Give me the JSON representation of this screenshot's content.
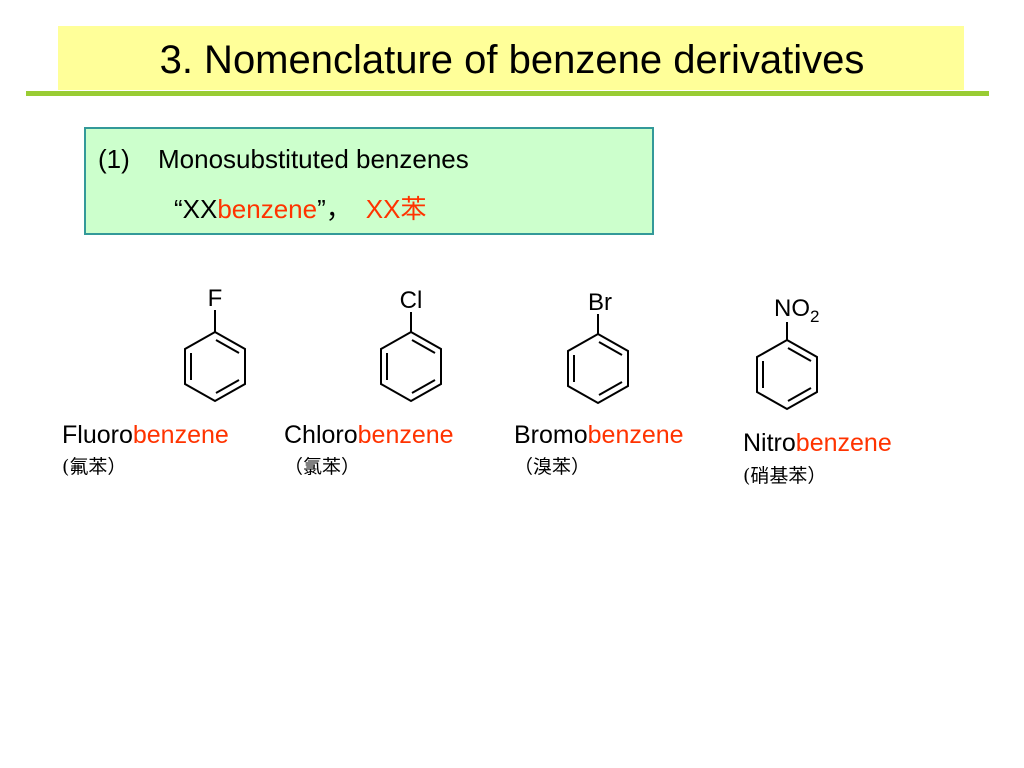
{
  "slide": {
    "title": "3. Nomenclature of benzene derivatives",
    "accent_colors": {
      "title_band": "#ffff99",
      "title_rule": "#99cc33",
      "box_fill": "#ccffcc",
      "box_border": "#339999",
      "highlight": "#ff3300"
    }
  },
  "topic": {
    "number": "(1)",
    "heading": "Monosubstituted benzenes",
    "pattern_open": "“XX",
    "pattern_benzene": "benzene",
    "pattern_close": "”，",
    "pattern_cn": "XX苯"
  },
  "compounds": [
    {
      "substituent": "F",
      "prefix": "Fluoro",
      "suffix": "benzene",
      "chinese": "(氟苯）"
    },
    {
      "substituent": "Cl",
      "prefix": "Chloro",
      "suffix": "benzene",
      "chinese": "（氯苯）"
    },
    {
      "substituent": "Br",
      "prefix": "Bromo",
      "suffix": "benzene",
      "chinese": "（溴苯）"
    },
    {
      "substituent_main": "NO",
      "substituent_sub": "2",
      "prefix": "Nitro",
      "suffix": "benzene",
      "chinese": "(硝基苯）"
    }
  ]
}
